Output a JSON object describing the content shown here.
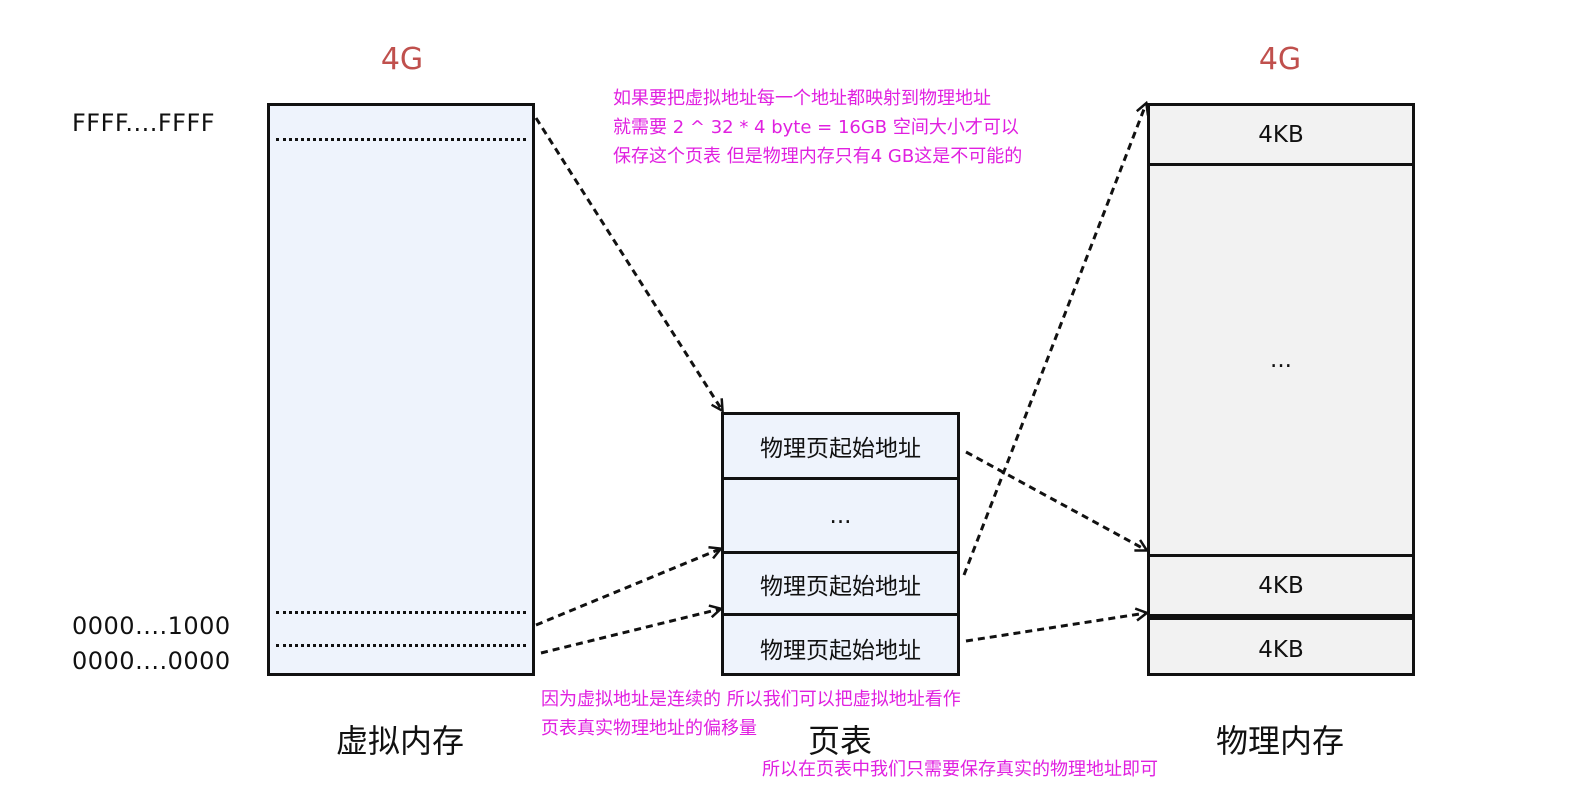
{
  "virtual_memory": {
    "size_label": "4G",
    "caption": "虚拟内存",
    "addr_top": "FFFF....FFFF",
    "addr_second": "0000....1000",
    "addr_bottom": "0000....0000"
  },
  "page_table": {
    "caption": "页表",
    "rows": [
      {
        "label": "物理页起始地址"
      },
      {
        "label": "..."
      },
      {
        "label": "物理页起始地址"
      },
      {
        "label": "物理页起始地址"
      }
    ]
  },
  "physical_memory": {
    "size_label": "4G",
    "caption": "物理内存",
    "blocks": [
      {
        "label": "4KB"
      },
      {
        "label": "..."
      },
      {
        "label": "4KB"
      },
      {
        "label": "4KB"
      }
    ]
  },
  "notes": {
    "top": [
      "如果要把虚拟地址每一个地址都映射到物理地址",
      "就需要 2 ^ 32 * 4 byte = 16GB 空间大小才可以",
      "保存这个页表 但是物理内存只有4 GB这是不可能的"
    ],
    "bottom_left": [
      "因为虚拟地址是连续的 所以我们可以把虚拟地址看作",
      "页表真实物理地址的偏移量"
    ],
    "bottom_right": "所以在页表中我们只需要保存真实的物理地址即可"
  },
  "colors": {
    "size_label": "#c0504d",
    "note": "#e020e0",
    "vm_fill": "#eef3fc",
    "pm_fill": "#f2f2f2"
  }
}
